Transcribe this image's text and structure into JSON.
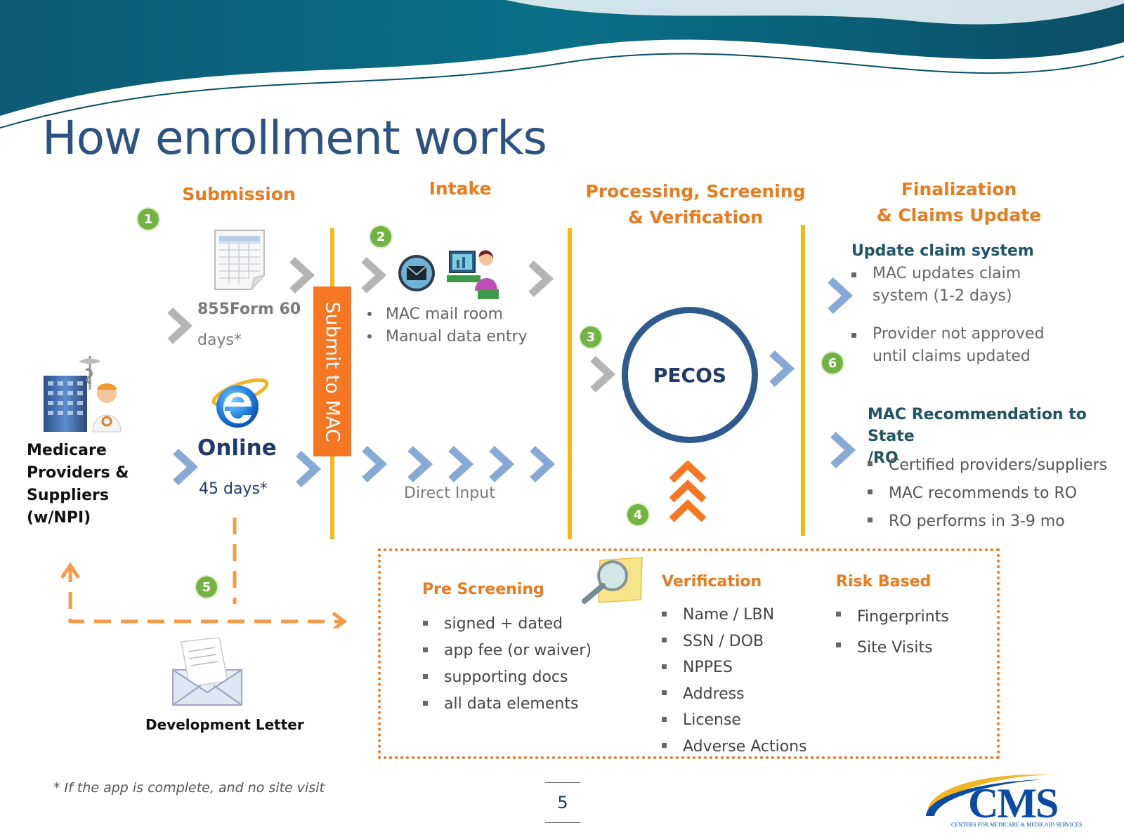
{
  "title": "How enrollment works",
  "columns": {
    "submission": "Submission",
    "intake": "Intake",
    "processing": [
      "Processing, Screening",
      "& Verification"
    ],
    "finalization": [
      "Finalization",
      "& Claims Update"
    ]
  },
  "badges": [
    "1",
    "2",
    "3",
    "4",
    "5",
    "6"
  ],
  "providers_label": [
    "Medicare",
    "Providers &",
    "Suppliers",
    "(w/NPI)"
  ],
  "paper_form": [
    "855Form 60",
    "days*"
  ],
  "online": {
    "label": "Online",
    "days": "45 days*"
  },
  "submit_to_mac": "Submit to MAC",
  "intake_items": [
    "MAC mail room",
    "Manual data entry"
  ],
  "direct_input": "Direct Input",
  "pecos": "PECOS",
  "update_claim": {
    "heading": "Update claim system",
    "items": [
      [
        "MAC updates  claim",
        "system  (1-2 days)"
      ],
      [
        "Provider not approved",
        "until  claims updated"
      ]
    ]
  },
  "mac_recommendation": {
    "heading": [
      "MAC Recommendation to State",
      "/RO"
    ],
    "items": [
      "Certified providers/suppliers",
      "MAC recommends to RO",
      "RO performs in 3-9 mo"
    ]
  },
  "pre_screening": {
    "heading": "Pre Screening",
    "items": [
      "signed + dated",
      "app fee (or waiver)",
      "supporting docs",
      "all data elements"
    ]
  },
  "verification": {
    "heading": "Verification",
    "items": [
      "Name / LBN",
      "SSN / DOB",
      "NPPES",
      "Address",
      "License",
      "Adverse Actions"
    ]
  },
  "risk_based": {
    "heading": "Risk Based",
    "items": [
      "Fingerprints",
      "Site Visits"
    ]
  },
  "development_letter": "Development Letter",
  "footnote": "* If the app is complete,  and no site visit",
  "page_number": "5",
  "logo": {
    "text": "CMS",
    "subtext": "CENTERS FOR MEDICARE & MEDICAID SERVICES"
  },
  "colors": {
    "title": "#2c5282",
    "orange": "#ea7a1e",
    "yellow_line": "#f7b814",
    "green_badge": "#73b343",
    "navy": "#1f3a6b",
    "teal": "#1f5466"
  }
}
